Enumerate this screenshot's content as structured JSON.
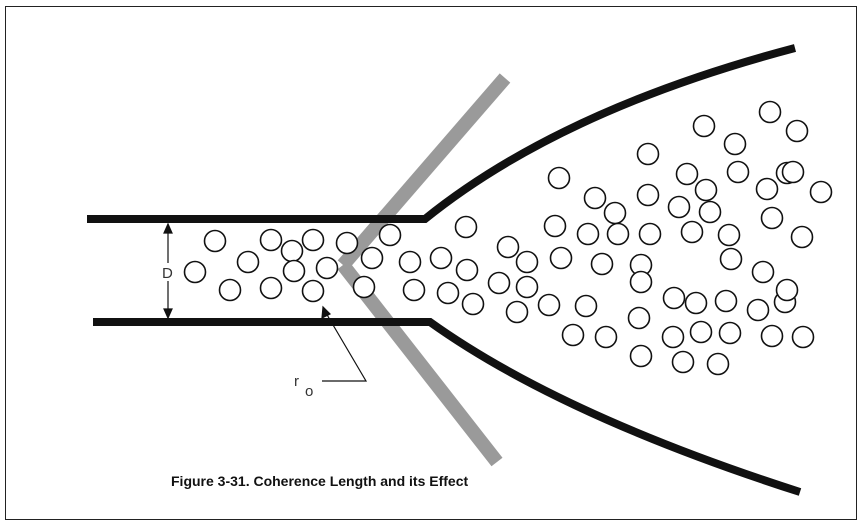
{
  "figure": {
    "caption": "Figure 3-31. Coherence Length and its Effect",
    "label_d": "D",
    "label_r": "r",
    "label_r_sub": "o"
  },
  "colors": {
    "wall": "#111111",
    "mirror": "#9a9a9a",
    "particle_stroke": "#111111"
  }
}
